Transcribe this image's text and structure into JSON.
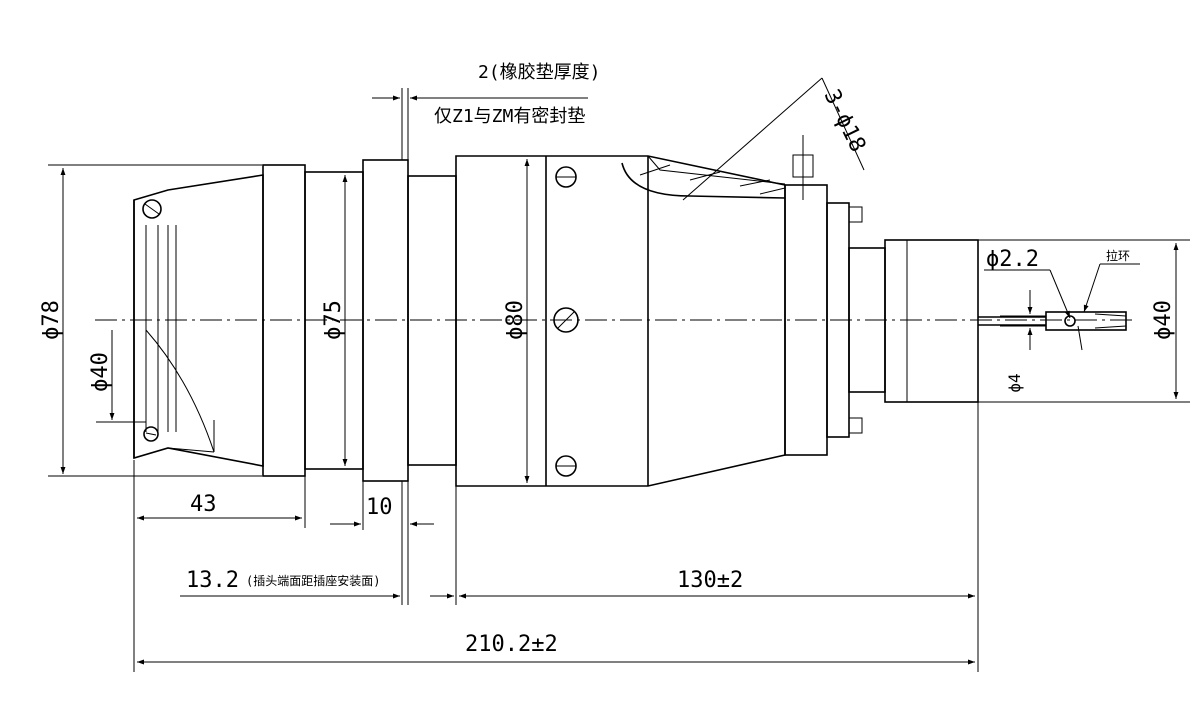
{
  "dims": {
    "gasket_thickness": "2(橡胶垫厚度)",
    "gasket_note": "仅Z1与ZM有密封垫",
    "hole_spec": "3-ϕ18",
    "dia_78": "ϕ78",
    "dia_40_left": "ϕ40",
    "dia_75": "ϕ75",
    "dia_80": "ϕ80",
    "dia_2_2": "ϕ2.2",
    "pull_ring": "拉环",
    "dia_40_right": "ϕ40",
    "dia_4": "ϕ4",
    "len_43": "43",
    "len_10": "10",
    "len_13_2": "13.2",
    "len_13_2_note": "(插头端面距插座安装面)",
    "len_130": "130±2",
    "len_210": "210.2±2"
  }
}
